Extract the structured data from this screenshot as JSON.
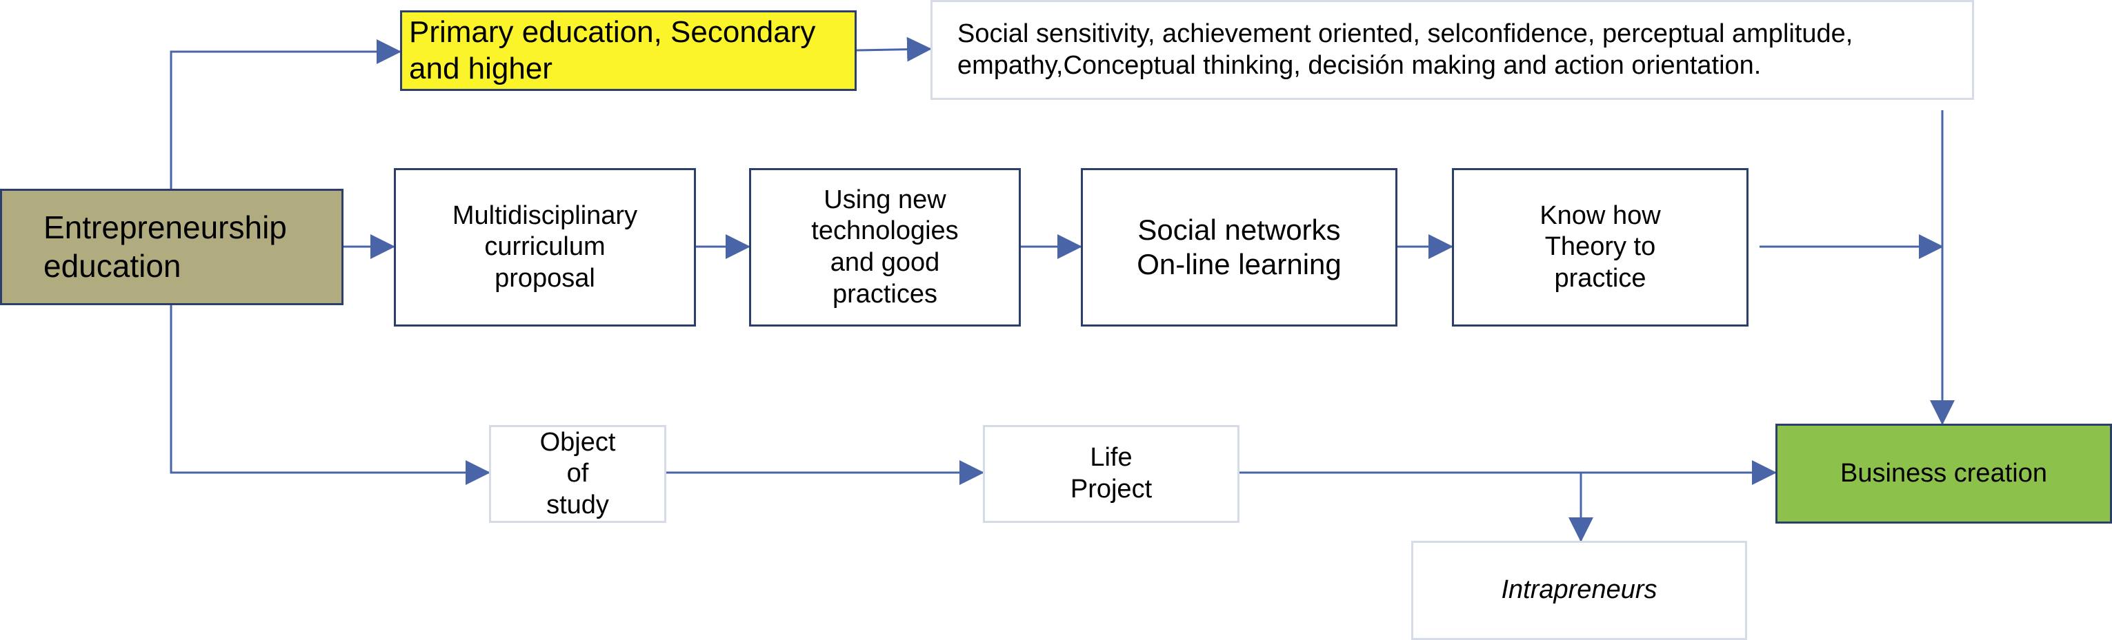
{
  "diagram": {
    "nodes": {
      "entrepreneurship_education": "Entrepreneurship\neducation",
      "primary_education": "Primary education, Secondary\nand higher",
      "competencies": "Social sensitivity, achievement oriented, selconfidence, perceptual amplitude,\nempathy,Conceptual thinking, decisión making and action orientation.",
      "multidisciplinary": "Multidisciplinary\ncurriculum\nproposal",
      "new_technologies": "Using new\ntechnologies\nand good\npractices",
      "social_networks": "Social networks\nOn-line learning",
      "know_how": "Know how\nTheory to\npractice",
      "object_of_study": "Object\nof\nstudy",
      "life_project": "Life\nProject",
      "intrapreneurs": "Intrapreneurs",
      "business_creation": "Business creation"
    },
    "colors": {
      "arrow": "#4a64a8",
      "dark_border": "#2c3e6b",
      "light_border": "#d5dce8",
      "entrepreneurship_fill": "#b0ac80",
      "primary_fill": "#fbf42a",
      "business_fill": "#8cc14c"
    }
  }
}
